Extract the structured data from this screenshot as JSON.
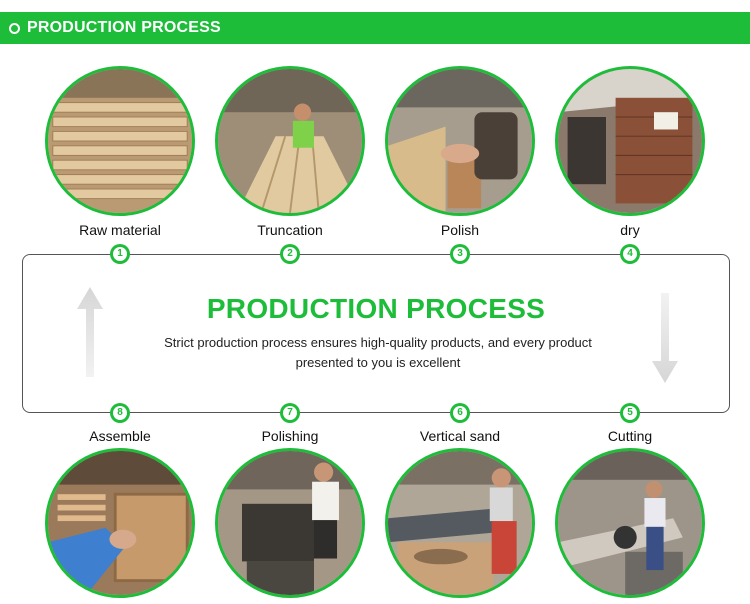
{
  "header": {
    "title": "PRODUCTION PROCESS"
  },
  "center": {
    "title": "PRODUCTION PROCESS",
    "description": "Strict production process ensures high-quality products, and every product presented to you is excellent"
  },
  "steps": [
    {
      "number": "1",
      "label": "Raw material"
    },
    {
      "number": "2",
      "label": "Truncation"
    },
    {
      "number": "3",
      "label": "Polish"
    },
    {
      "number": "4",
      "label": "dry"
    },
    {
      "number": "5",
      "label": "Cutting"
    },
    {
      "number": "6",
      "label": "Vertical sand"
    },
    {
      "number": "7",
      "label": "Polishing"
    },
    {
      "number": "8",
      "label": "Assemble"
    }
  ],
  "colors": {
    "accent": "#1dbd3a",
    "border": "#555555"
  }
}
